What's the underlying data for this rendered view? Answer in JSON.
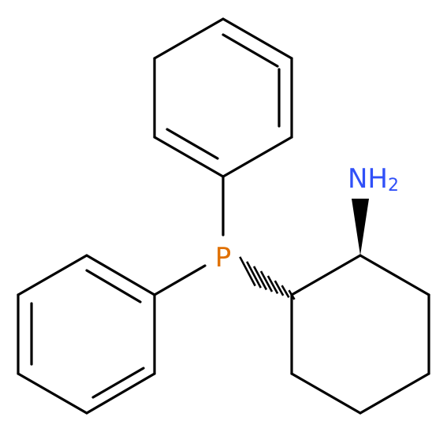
{
  "molecule": {
    "atoms": {
      "phosphorus": {
        "symbol": "P",
        "color": "#e07000"
      },
      "amine": {
        "symbol": "NH",
        "subscript": "2",
        "color": "#3050f8"
      }
    },
    "bond_color": "#000000",
    "background": "#ffffff"
  }
}
